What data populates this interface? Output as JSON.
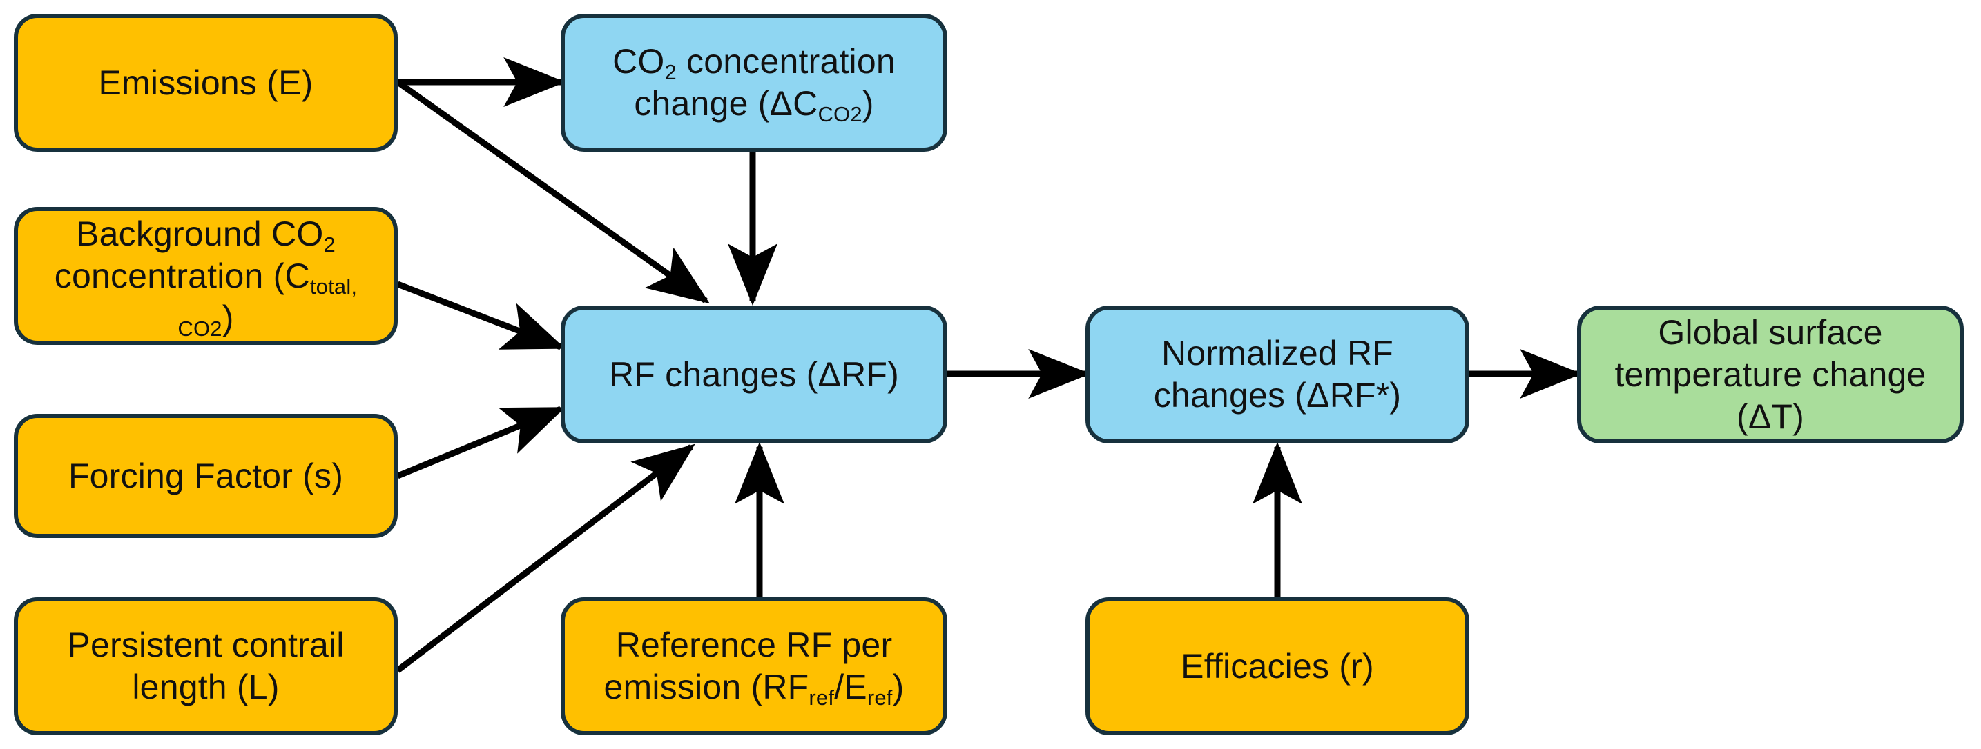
{
  "diagram": {
    "title": "Aviation climate impact model flowchart",
    "colors": {
      "input_node_fill": "#FFC000",
      "process_node_fill": "#8FD6F2",
      "output_node_fill": "#A9DD9B",
      "node_border": "#17313d",
      "edge_color": "#000000",
      "background": "#FFFFFF"
    },
    "nodes": [
      {
        "id": "emissions",
        "label": "Emissions (E)",
        "label_html": "Emissions (E)",
        "category": "input",
        "fill": "#FFC000"
      },
      {
        "id": "co2-concentration-change",
        "label": "CO2 concentration change (ΔCCO2)",
        "label_html": "CO<sub>2</sub> concentration<br>change (ΔC<sub>CO2</sub>)",
        "category": "process",
        "fill": "#8FD6F2"
      },
      {
        "id": "background-co2-concentration",
        "label": "Background CO2 concentration (Ctotal, CO2)",
        "label_html": "Background CO<sub>2</sub><br>concentration (C<sub>total, CO2</sub>)",
        "category": "input",
        "fill": "#FFC000"
      },
      {
        "id": "forcing-factor",
        "label": "Forcing Factor (s)",
        "label_html": "Forcing Factor (s)",
        "category": "input",
        "fill": "#FFC000"
      },
      {
        "id": "persistent-contrail-length",
        "label": "Persistent contrail length (L)",
        "label_html": "Persistent contrail<br>length (L)",
        "category": "input",
        "fill": "#FFC000"
      },
      {
        "id": "rf-changes",
        "label": "RF changes (ΔRF)",
        "label_html": "RF changes (ΔRF)",
        "category": "process",
        "fill": "#8FD6F2"
      },
      {
        "id": "reference-rf-per-emission",
        "label": "Reference RF per emission (RFref/Eref)",
        "label_html": "Reference RF per<br>emission (RF<sub>ref</sub>/E<sub>ref</sub>)",
        "category": "input",
        "fill": "#FFC000"
      },
      {
        "id": "normalized-rf-changes",
        "label": "Normalized RF changes (ΔRF*)",
        "label_html": "Normalized RF<br>changes (ΔRF*)",
        "category": "process",
        "fill": "#8FD6F2"
      },
      {
        "id": "efficacies",
        "label": "Efficacies (r)",
        "label_html": "Efficacies (r)",
        "category": "input",
        "fill": "#FFC000"
      },
      {
        "id": "global-surface-temperature-change",
        "label": "Global surface temperature change (ΔT)",
        "label_html": "Global surface<br>temperature change<br>(ΔT)",
        "category": "output",
        "fill": "#A9DD9B"
      }
    ],
    "edges": [
      {
        "from": "emissions",
        "to": "co2-concentration-change"
      },
      {
        "from": "emissions",
        "to": "rf-changes"
      },
      {
        "from": "co2-concentration-change",
        "to": "rf-changes"
      },
      {
        "from": "background-co2-concentration",
        "to": "rf-changes"
      },
      {
        "from": "forcing-factor",
        "to": "rf-changes"
      },
      {
        "from": "persistent-contrail-length",
        "to": "rf-changes"
      },
      {
        "from": "reference-rf-per-emission",
        "to": "rf-changes"
      },
      {
        "from": "rf-changes",
        "to": "normalized-rf-changes"
      },
      {
        "from": "efficacies",
        "to": "normalized-rf-changes"
      },
      {
        "from": "normalized-rf-changes",
        "to": "global-surface-temperature-change"
      }
    ]
  }
}
